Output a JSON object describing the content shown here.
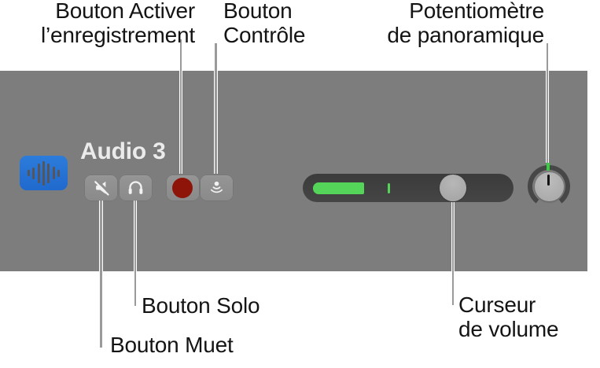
{
  "callouts": {
    "record_enable": "Bouton Activer\nl’enregistrement",
    "control": "Bouton\nContrôle",
    "pan": "Potentiomètre\nde panoramique",
    "solo": "Bouton Solo",
    "mute": "Bouton Muet",
    "volume": "Curseur\nde volume"
  },
  "track": {
    "name": "Audio 3",
    "icon": "audio-waveform-icon"
  },
  "controls": {
    "mute_icon": "speaker-slash-icon",
    "solo_icon": "headphones-icon",
    "record_icon": "record-dot-icon",
    "monitor_icon": "input-monitoring-icon"
  },
  "colors": {
    "panel_gray": "#7d7d7d",
    "track_blue": "#2173d6",
    "meter_green": "#55d45a",
    "knob_tick_green": "#34d13c",
    "record_red": "#8e1309",
    "slider_track": "#414141",
    "callout_text": "#141414",
    "callout_line": "#9a9a9a"
  }
}
